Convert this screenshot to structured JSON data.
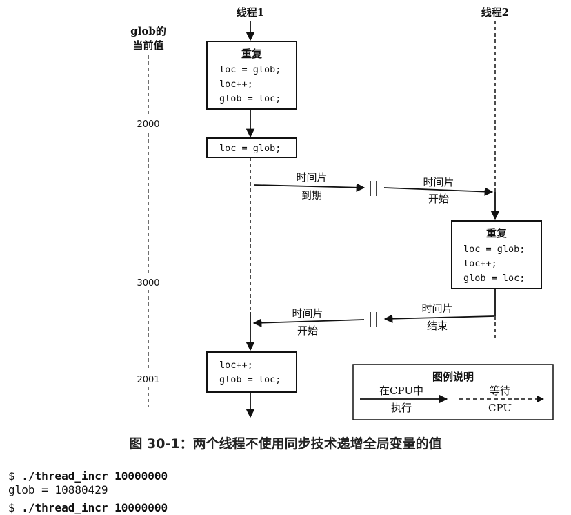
{
  "threads": {
    "t1": "线程1",
    "t2": "线程2"
  },
  "glob_header": [
    "glob的",
    "当前值"
  ],
  "glob_values": [
    "2000",
    "3000",
    "2001"
  ],
  "box_repeat_1": {
    "title": "重复",
    "lines": [
      "loc = glob;",
      "loc++;",
      "glob = loc;"
    ]
  },
  "box_load": {
    "lines": [
      "loc = glob;"
    ]
  },
  "box_repeat_2": {
    "title": "重复",
    "lines": [
      "loc = glob;",
      "loc++;",
      "glob = loc;"
    ]
  },
  "box_final": {
    "lines": [
      "loc++;",
      "glob = loc;"
    ]
  },
  "transitions": {
    "t1_expire": [
      "时间片",
      "到期"
    ],
    "t2_start": [
      "时间片",
      "开始"
    ],
    "t2_end": [
      "时间片",
      "结束"
    ],
    "t1_start": [
      "时间片",
      "开始"
    ]
  },
  "legend": {
    "title": "图例说明",
    "running": [
      "在CPU中",
      "执行"
    ],
    "waiting": [
      "等待",
      "CPU"
    ]
  },
  "caption": "图 30-1：两个线程不使用同步技术递增全局变量的值",
  "terminal": {
    "line1_prompt": "$ ",
    "line1_cmd": "./thread_incr 10000000",
    "line2": "glob = 10880429",
    "line3_prompt": "$ ",
    "line3_cmd": "./thread_incr 10000000"
  }
}
